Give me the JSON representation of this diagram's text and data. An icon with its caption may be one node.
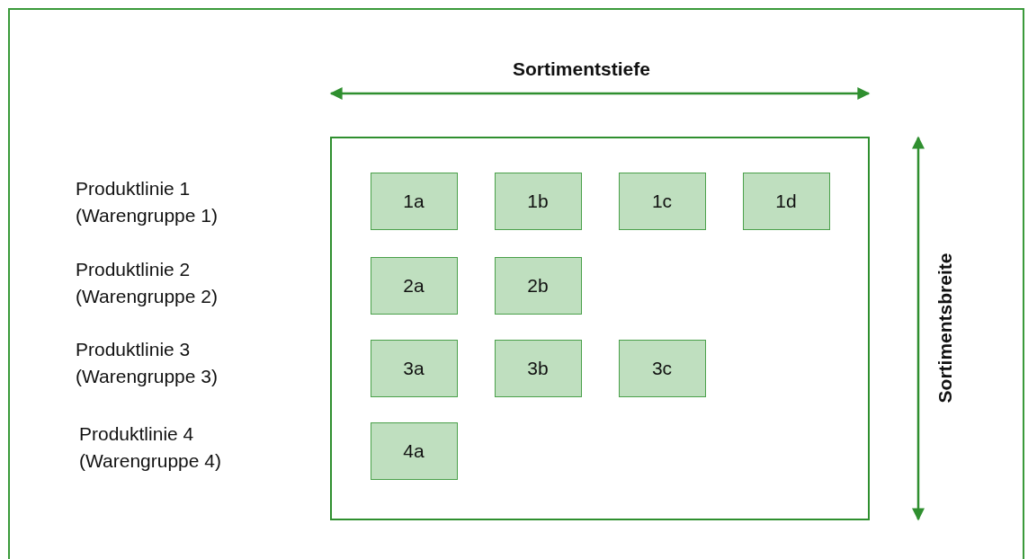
{
  "diagram": {
    "nodes": [
      {
        "text": [],
        "shape": "box"
      },
      {
        "text": [
          "1a"
        ],
        "in": 0
      },
      {
        "text": [
          "1b"
        ],
        "in": 0
      },
      {
        "text": [
          "1c"
        ],
        "in": 0
      },
      {
        "text": [
          "1d"
        ],
        "in": 0
      },
      {
        "text": [
          "2a"
        ],
        "in": 0
      },
      {
        "text": [
          "2b"
        ],
        "in": 0
      },
      {
        "text": [
          "3a"
        ],
        "in": 0
      },
      {
        "text": [
          "3b"
        ],
        "in": 0
      },
      {
        "text": [
          "3c"
        ],
        "in": 0
      },
      {
        "text": [
          "4a"
        ],
        "in": 0
      }
    ],
    "labels": [
      "Sortimentstiefe",
      "Produktlinie 1 (Warengruppe 1)",
      "Produktlinie 2 (Warengruppe 2)",
      "Produktlinie 3 (Warengruppe 3)",
      "Produktlinie 4 (Warengruppe 4)",
      "Sortimentsbreite"
    ]
  }
}
